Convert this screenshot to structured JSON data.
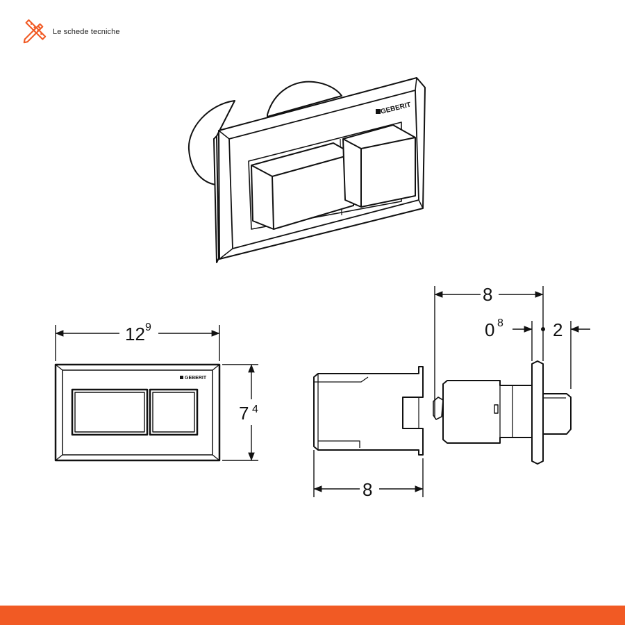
{
  "header": {
    "brand_label": "Le schede tecniche",
    "brand_icon": "pencil-ruler-cross-icon",
    "accent_color": "#f15a24"
  },
  "product": {
    "brand_text": "GEBERIT"
  },
  "dimensions": {
    "front_width": {
      "base": "12",
      "sup": "9"
    },
    "front_height": {
      "base": "7",
      "sup": "4"
    },
    "side_depth_top": "8",
    "side_gap": {
      "base": "0",
      "sup": "8"
    },
    "side_plate": "2",
    "side_depth_bottom": "8"
  }
}
